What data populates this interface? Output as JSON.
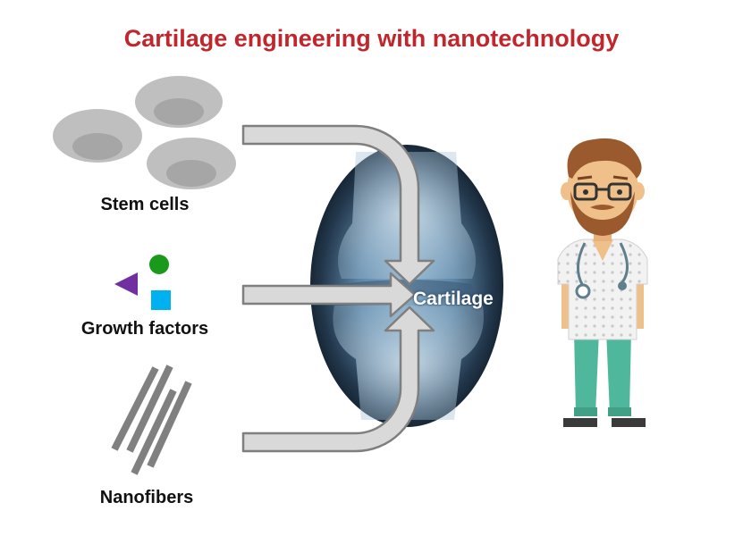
{
  "title": "Cartilage engineering with nanotechnology",
  "inputs": [
    {
      "label": "Stem cells"
    },
    {
      "label": "Growth factors"
    },
    {
      "label": "Nanofibers"
    }
  ],
  "target": {
    "label": "Cartilage"
  },
  "colors": {
    "title": "#c0272d",
    "arrow_fill": "#d9d9d9",
    "arrow_stroke": "#7f7f7f",
    "cell": "#bfbfbf",
    "nucleus": "#a6a6a6",
    "triangle": "#7030a0",
    "circle": "#1a9a1a",
    "square": "#00b0f0",
    "fiber": "#808080",
    "xray": "#6f97b5",
    "scrubs_pants": "#4fb89c",
    "hair": "#9b5a2e"
  },
  "icons": [
    "stem-cell-icon",
    "growth-factor-icon",
    "nanofiber-icon",
    "knee-xray",
    "doctor-illustration"
  ]
}
